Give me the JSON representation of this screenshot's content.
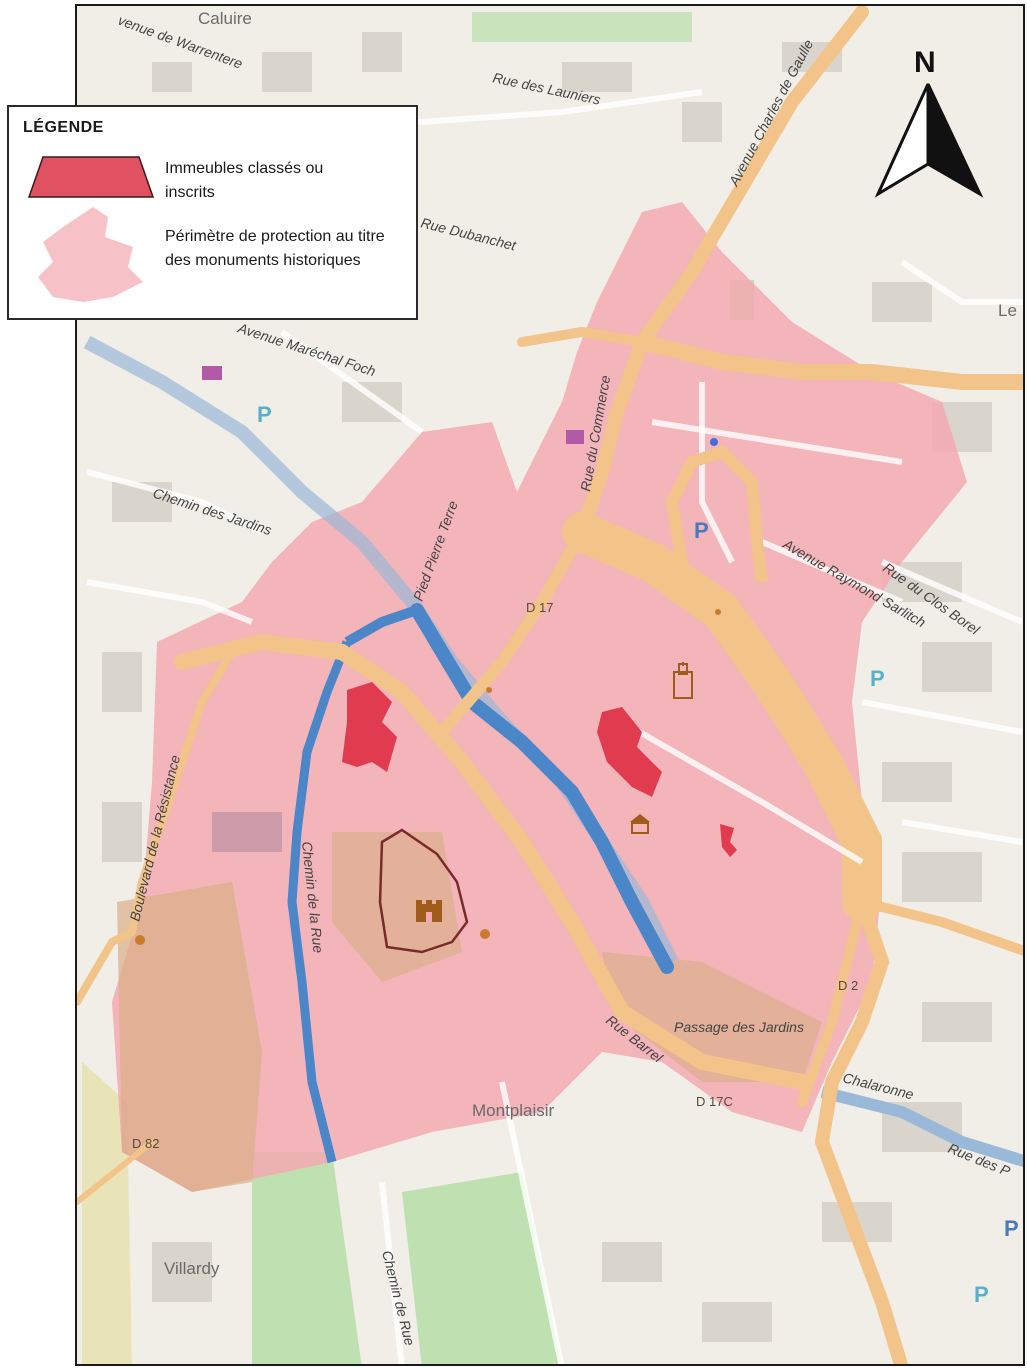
{
  "legend": {
    "title": "LÉGENDE",
    "items": [
      {
        "label": "Immeubles classés ou inscrits",
        "color": "#e05262"
      },
      {
        "label": "Périmètre de protection au titre des monuments historiques",
        "color": "#f7c2c7"
      }
    ]
  },
  "north_label": "N",
  "street_labels": {
    "warrentere": "venue de Warrentere",
    "launiers": "Rue des Launiers",
    "charles_de_gaulle": "Avenue Charles de Gaulle",
    "dubanchet": "Rue Dubanchet",
    "marechal_foch": "Avenue Maréchal Foch",
    "commerce": "Rue du Commerce",
    "pierre_terre": "Pied Pierre Terre",
    "jardins": "Chemin des Jardins",
    "regnaud": "Avenue Raymond Sarlitch",
    "clos_borel": "Rue du Clos Borel",
    "resistance": "Boulevard de la Résistance",
    "chemin_rue": "Chemin de la Rue",
    "rue_barrel": "Rue Barrel",
    "chemin_2": "Chemin de Rue",
    "chalaronne": "Chalaronne",
    "rue_des": "Rue des P"
  },
  "place_labels": {
    "caluire": "Caluire",
    "montplaisir": "Montplaisir",
    "villardy": "Villardy",
    "le": "Le",
    "passage": "Passage des Jardins"
  },
  "road_refs": {
    "d17": "D 17",
    "d2": "D 2",
    "d17c": "D 17C",
    "d82": "D 82"
  },
  "parking": "P",
  "colors": {
    "protection_zone": "#f3a9b2",
    "listed_buildings": "#e03b4e",
    "river": "#4a86c8",
    "main_road": "#f2c48a",
    "base_map": "#f2efe9",
    "park": "#bfe0b0"
  },
  "icons": [
    "church-icon",
    "castle-icon",
    "museum-icon",
    "shop-icon",
    "star-icon"
  ]
}
